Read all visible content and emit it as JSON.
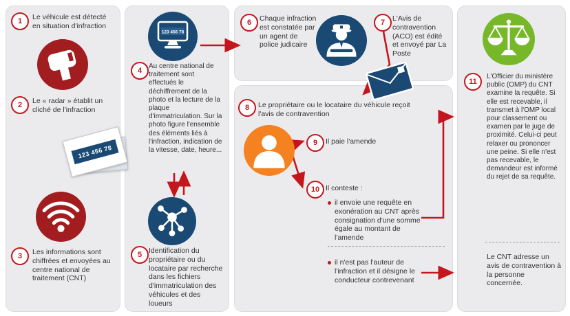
{
  "plate": "123 456 78",
  "panel_detection": {
    "step1": {
      "num": "1",
      "text": "Le véhicule est détecté en situation d'infraction"
    },
    "step2": {
      "num": "2",
      "text": "Le « radar » établit un cliché de l'infraction"
    },
    "step3": {
      "num": "3",
      "text": "Les informations sont chiffrées et envoyées au centre national de traitement (CNT)"
    }
  },
  "panel_cnt": {
    "step4": {
      "num": "4",
      "text": "Au centre national de traitement sont effectués le déchiffrement de la photo et la lecture de la plaque d'immatriculation. Sur la photo figure l'ensemble des éléments liés à l'infraction, indication de la vitesse, date, heure..."
    },
    "step5": {
      "num": "5",
      "text": "Identification du propriétaire ou du locataire par recherche dans les fichiers d'immatriculation des véhicules et des loueurs"
    }
  },
  "panel_constat": {
    "step6": {
      "num": "6",
      "text": "Chaque infraction est constatée par un agent de police judicaire"
    },
    "step7": {
      "num": "7",
      "text": "L'Avis de contravention (ACO) est édité et envoyé par La Poste"
    }
  },
  "panel_avis": {
    "step8": {
      "num": "8",
      "text": "Le propriétaire ou le locataire du véhicule reçoit l'avis de contravention"
    },
    "step9": {
      "num": "9",
      "text": "Il paie l'amende"
    },
    "step10": {
      "num": "10",
      "text": "Il conteste :"
    },
    "bullet1": "il envoie une requête en exonération au CNT après consignation d'une somme égale au montant de l'amende",
    "bullet2": "il n'est pas l'auteur de l'infraction et il désigne le conducteur contrevenant"
  },
  "panel_justice": {
    "step11": {
      "num": "11",
      "text": "L'Officier du ministère public (OMP) du CNT examine la requête. Si elle est recevable, il transmet à l'OMP local pour classement ou examen par le juge de proximité. Celui-ci peut relaxer ou prononcer une peine. Si elle n'est pas recevable, le demandeur est informé du rejet de sa requête."
    },
    "note": "Le CNT adresse un avis de contravention à la personne concernée."
  },
  "colors": {
    "accent_red": "#c4161c",
    "dark_red": "#a11d20",
    "dark_blue": "#1a4a73",
    "orange": "#f58220",
    "green": "#76b82a",
    "panel_gray": "#ebebee"
  },
  "icons": {
    "radar-icon": "speed-camera-device",
    "plate-photo-icon": "license-plate-photo",
    "wifi-icon": "encrypted-wireless-transmission",
    "monitor-icon": "computer-screen-with-plate",
    "network-icon": "vehicle-files-network",
    "police-officer-icon": "police-officer",
    "envelope-icon": "mail-envelope",
    "person-icon": "vehicle-owner",
    "scales-icon": "scales-of-justice"
  }
}
